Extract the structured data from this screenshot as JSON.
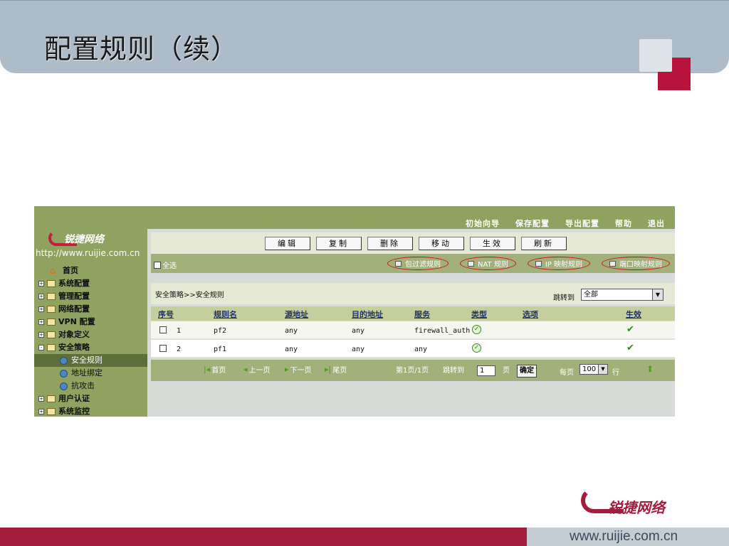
{
  "slide": {
    "title": "配置规则（续）",
    "footer_url": "www.ruijie.com.cn",
    "brand_text": "锐捷网络"
  },
  "app": {
    "logo_text": "锐捷网络",
    "site_url": "http://www.ruijie.com.cn",
    "top_nav": [
      "初始向导",
      "保存配置",
      "导出配置",
      "帮助",
      "退出"
    ],
    "sidebar": {
      "home": "首页",
      "items": [
        {
          "label": "系统配置",
          "expand": "+"
        },
        {
          "label": "管理配置",
          "expand": "+"
        },
        {
          "label": "网络配置",
          "expand": "+"
        },
        {
          "label": "VPN 配置",
          "expand": "+"
        },
        {
          "label": "对象定义",
          "expand": "+"
        },
        {
          "label": "安全策略",
          "expand": "-"
        }
      ],
      "sub_items": [
        "安全规则",
        "地址绑定",
        "抗攻击"
      ],
      "items_after": [
        {
          "label": "用户认证",
          "expand": "+"
        },
        {
          "label": "系统监控",
          "expand": "+"
        }
      ]
    },
    "toolbar": [
      "编辑",
      "复制",
      "删除",
      "移动",
      "生效",
      "刷新"
    ],
    "select_all": "全选",
    "rule_tabs": [
      "包过滤规则",
      "NAT 规则",
      "IP 映射规则",
      "端口映射规则"
    ],
    "breadcrumb": "安全策略>>安全规则",
    "jump": {
      "label": "跳转到",
      "value": "全部"
    },
    "table": {
      "headers": [
        "序号",
        "规则名",
        "源地址",
        "目的地址",
        "服务",
        "类型",
        "选项",
        "生效"
      ],
      "rows": [
        {
          "no": "1",
          "name": "pf2",
          "src": "any",
          "dst": "any",
          "service": "firewall_auth"
        },
        {
          "no": "2",
          "name": "pf1",
          "src": "any",
          "dst": "any",
          "service": "any"
        }
      ]
    },
    "pager": {
      "first": "首页",
      "prev": "上一页",
      "next": "下一页",
      "last": "尾页",
      "page_info": "第1页/1页",
      "goto_label": "跳转到",
      "goto_value": "1",
      "page_unit": "页",
      "confirm": "确定",
      "per_page_label": "每页",
      "per_page_value": "100",
      "row_unit": "行"
    }
  }
}
